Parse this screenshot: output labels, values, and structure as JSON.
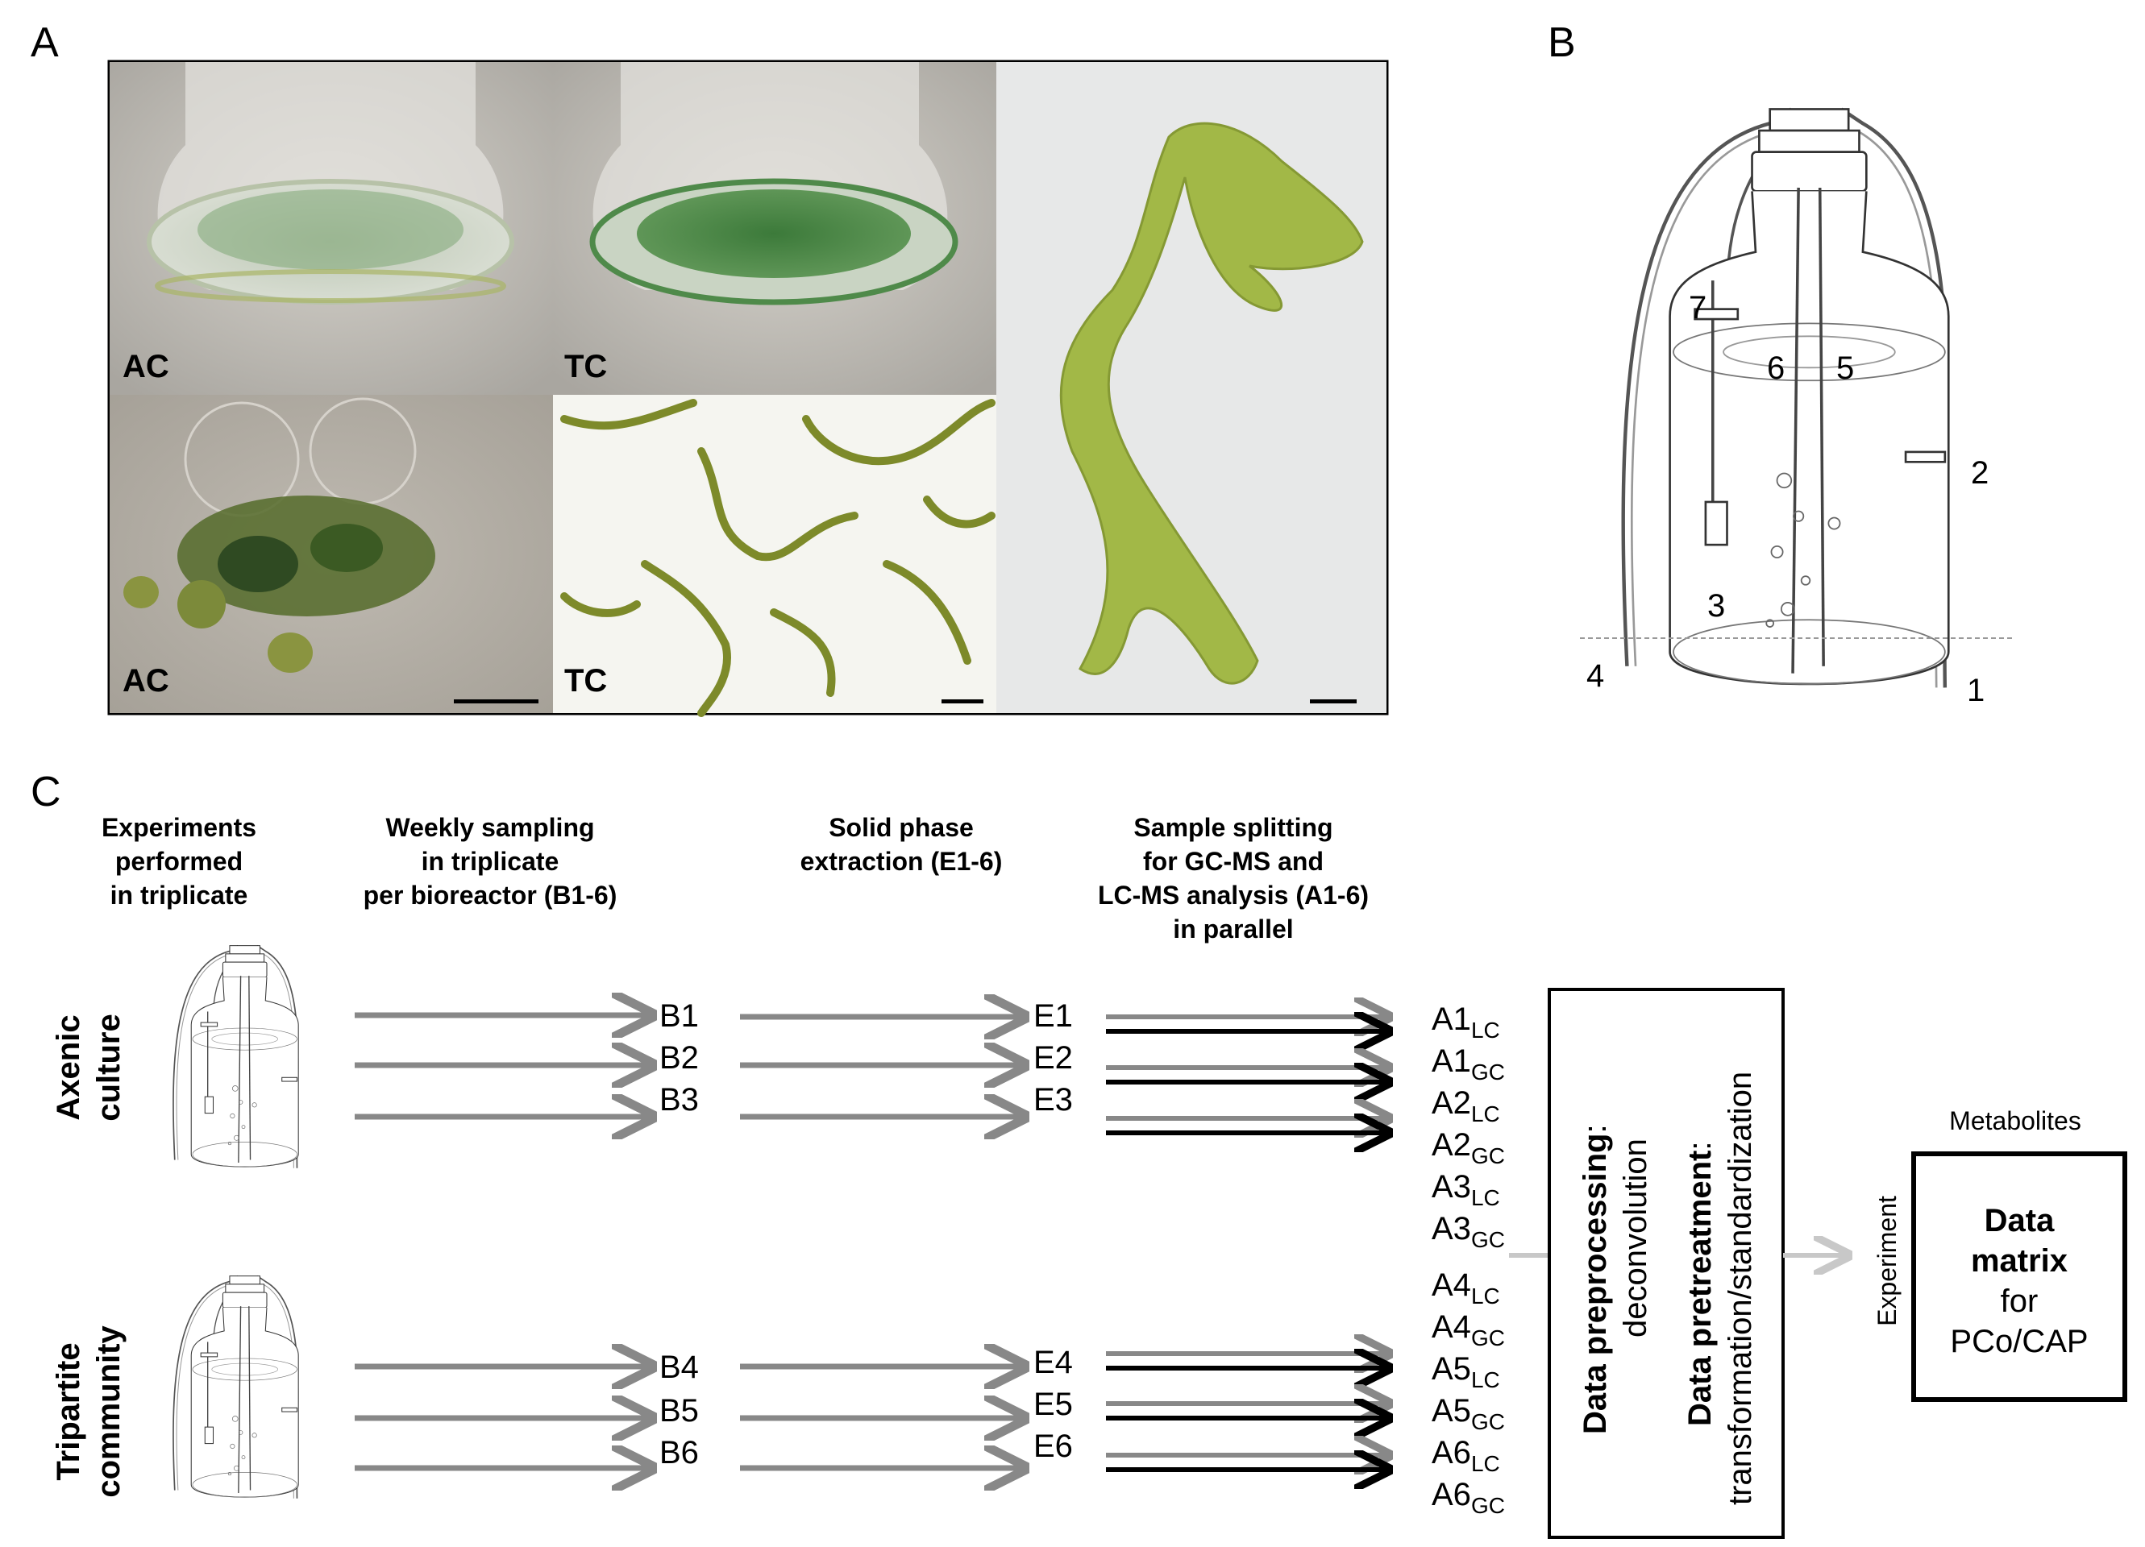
{
  "panels": {
    "a": "A",
    "b": "B",
    "c": "C"
  },
  "panel_a": {
    "photo_labels": [
      "AC",
      "TC",
      "AC",
      "TC"
    ]
  },
  "panel_b": {
    "callouts": [
      "1",
      "2",
      "3",
      "4",
      "5",
      "6",
      "7"
    ]
  },
  "panel_c": {
    "headers": {
      "col1": [
        "Experiments",
        "performed",
        "in triplicate"
      ],
      "col2": [
        "Weekly sampling",
        "in triplicate",
        "per bioreactor (B1-6)"
      ],
      "col3": [
        "Solid phase",
        "extraction (E1-6)"
      ],
      "col4": [
        "Sample splitting",
        "for GC-MS and",
        "LC-MS analysis (A1-6)",
        "in parallel"
      ]
    },
    "row_labels": {
      "axenic": [
        "Axenic",
        "culture"
      ],
      "tripartite": [
        "Tripartite",
        "community"
      ]
    },
    "bioreactor_samples": [
      "B1",
      "B2",
      "B3",
      "B4",
      "B5",
      "B6"
    ],
    "extractions": [
      "E1",
      "E2",
      "E3",
      "E4",
      "E5",
      "E6"
    ],
    "analyses": [
      {
        "base": "A1",
        "sub": "LC"
      },
      {
        "base": "A1",
        "sub": "GC"
      },
      {
        "base": "A2",
        "sub": "LC"
      },
      {
        "base": "A2",
        "sub": "GC"
      },
      {
        "base": "A3",
        "sub": "LC"
      },
      {
        "base": "A3",
        "sub": "GC"
      },
      {
        "base": "A4",
        "sub": "LC"
      },
      {
        "base": "A4",
        "sub": "GC"
      },
      {
        "base": "A5",
        "sub": "LC"
      },
      {
        "base": "A5",
        "sub": "GC"
      },
      {
        "base": "A6",
        "sub": "LC"
      },
      {
        "base": "A6",
        "sub": "GC"
      }
    ],
    "processing": {
      "preprocessing_bold": "Data preprocessing",
      "preprocessing_colon": ":",
      "preprocessing_detail": "deconvolution",
      "pretreatment_bold": "Data pretreatment",
      "pretreatment_colon": ":",
      "pretreatment_detail": "transformation/standardization"
    },
    "matrix": {
      "top_label": "Metabolites",
      "side_label": "Experiment",
      "line1": "Data",
      "line2": "matrix",
      "line3": "for",
      "line4": "PCo/CAP"
    }
  },
  "colors": {
    "gray_arrow": "#888888",
    "black_arrow": "#000000",
    "light_arrow": "#c8c8c8",
    "algae_green": "#7a9a20"
  }
}
